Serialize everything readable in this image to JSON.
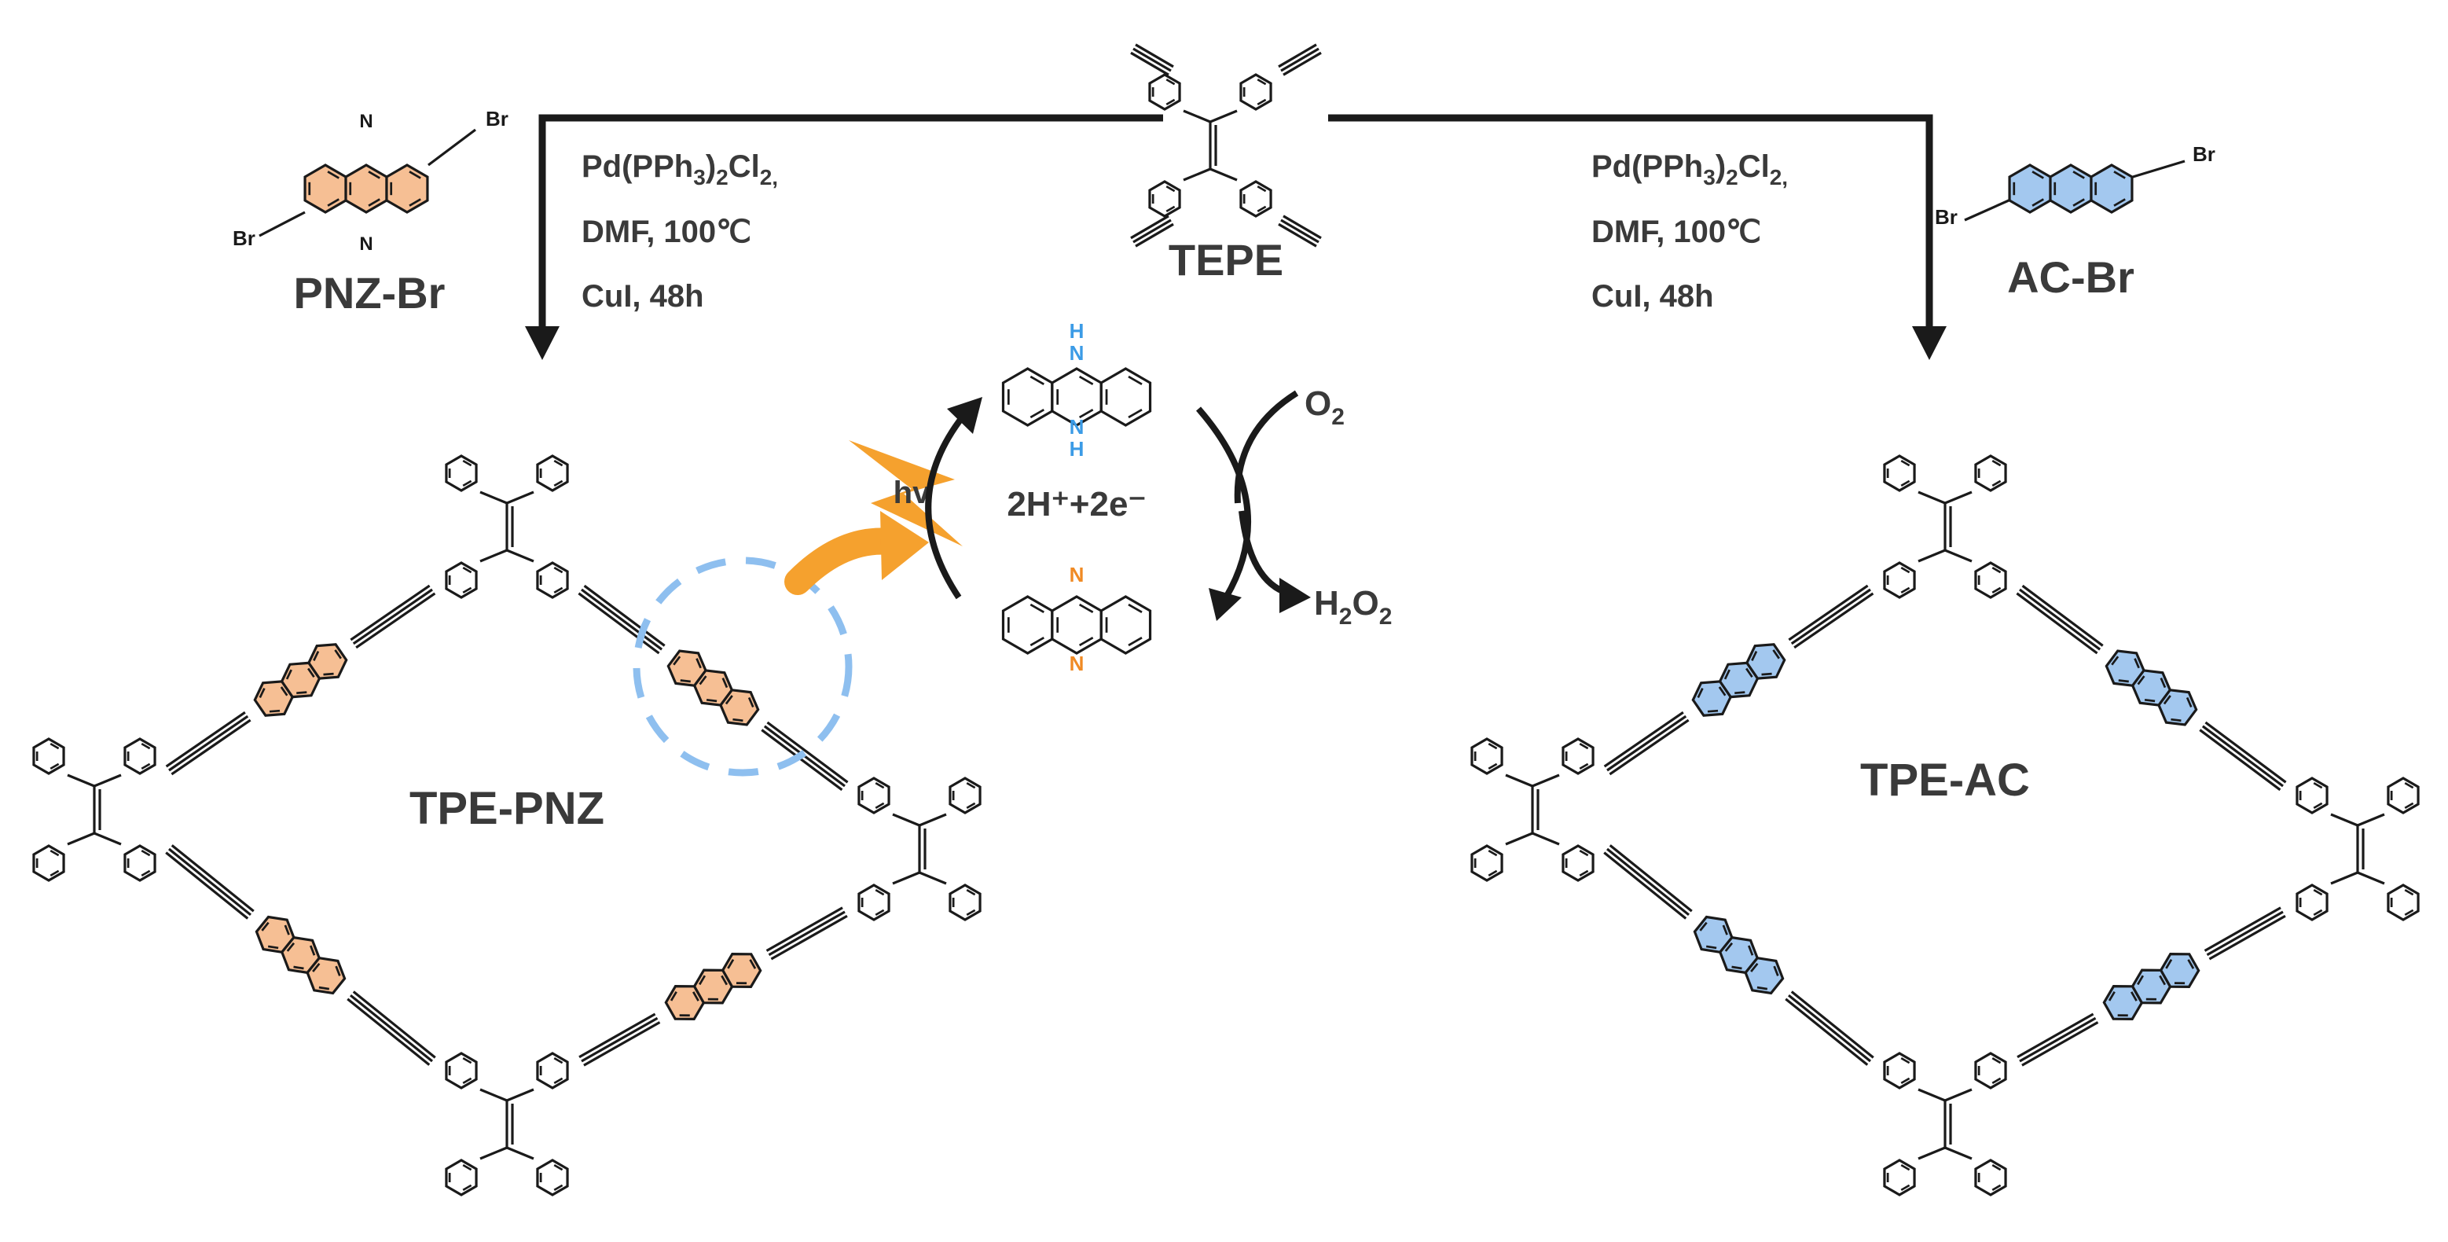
{
  "monomers": {
    "center": "TEPE",
    "left": "PNZ-Br",
    "right": "AC-Br",
    "br_atom": "Br",
    "n_atom": "N",
    "nh_atom": "H"
  },
  "conditions": {
    "catalyst_prefix": "Pd(PPh",
    "catalyst_sub1": "3",
    "catalyst_mid": ")",
    "catalyst_sub2": "2",
    "catalyst_cl": "Cl",
    "catalyst_sub3": "2,",
    "solvent": "DMF, 100℃",
    "cocatalyst": "CuI, 48h"
  },
  "products": {
    "left": "TPE-PNZ",
    "right": "TPE-AC"
  },
  "cycle": {
    "light": "hv",
    "protons_electrons": "2H⁺+2e⁻",
    "oxygen": "O",
    "oxygen_sub": "2",
    "peroxide_h": "H",
    "peroxide_sub1": "2",
    "peroxide_o": "O",
    "peroxide_sub2": "2"
  },
  "colors": {
    "phenazine_fill": "#f6bf94",
    "anthracene_fill": "#a3c8ef",
    "dashed_circle": "#8ebfef",
    "light_arrow": "#f5a12e",
    "nh_text": "#3b9be6",
    "n_text": "#f08a24",
    "bond": "#1a1a1a"
  }
}
